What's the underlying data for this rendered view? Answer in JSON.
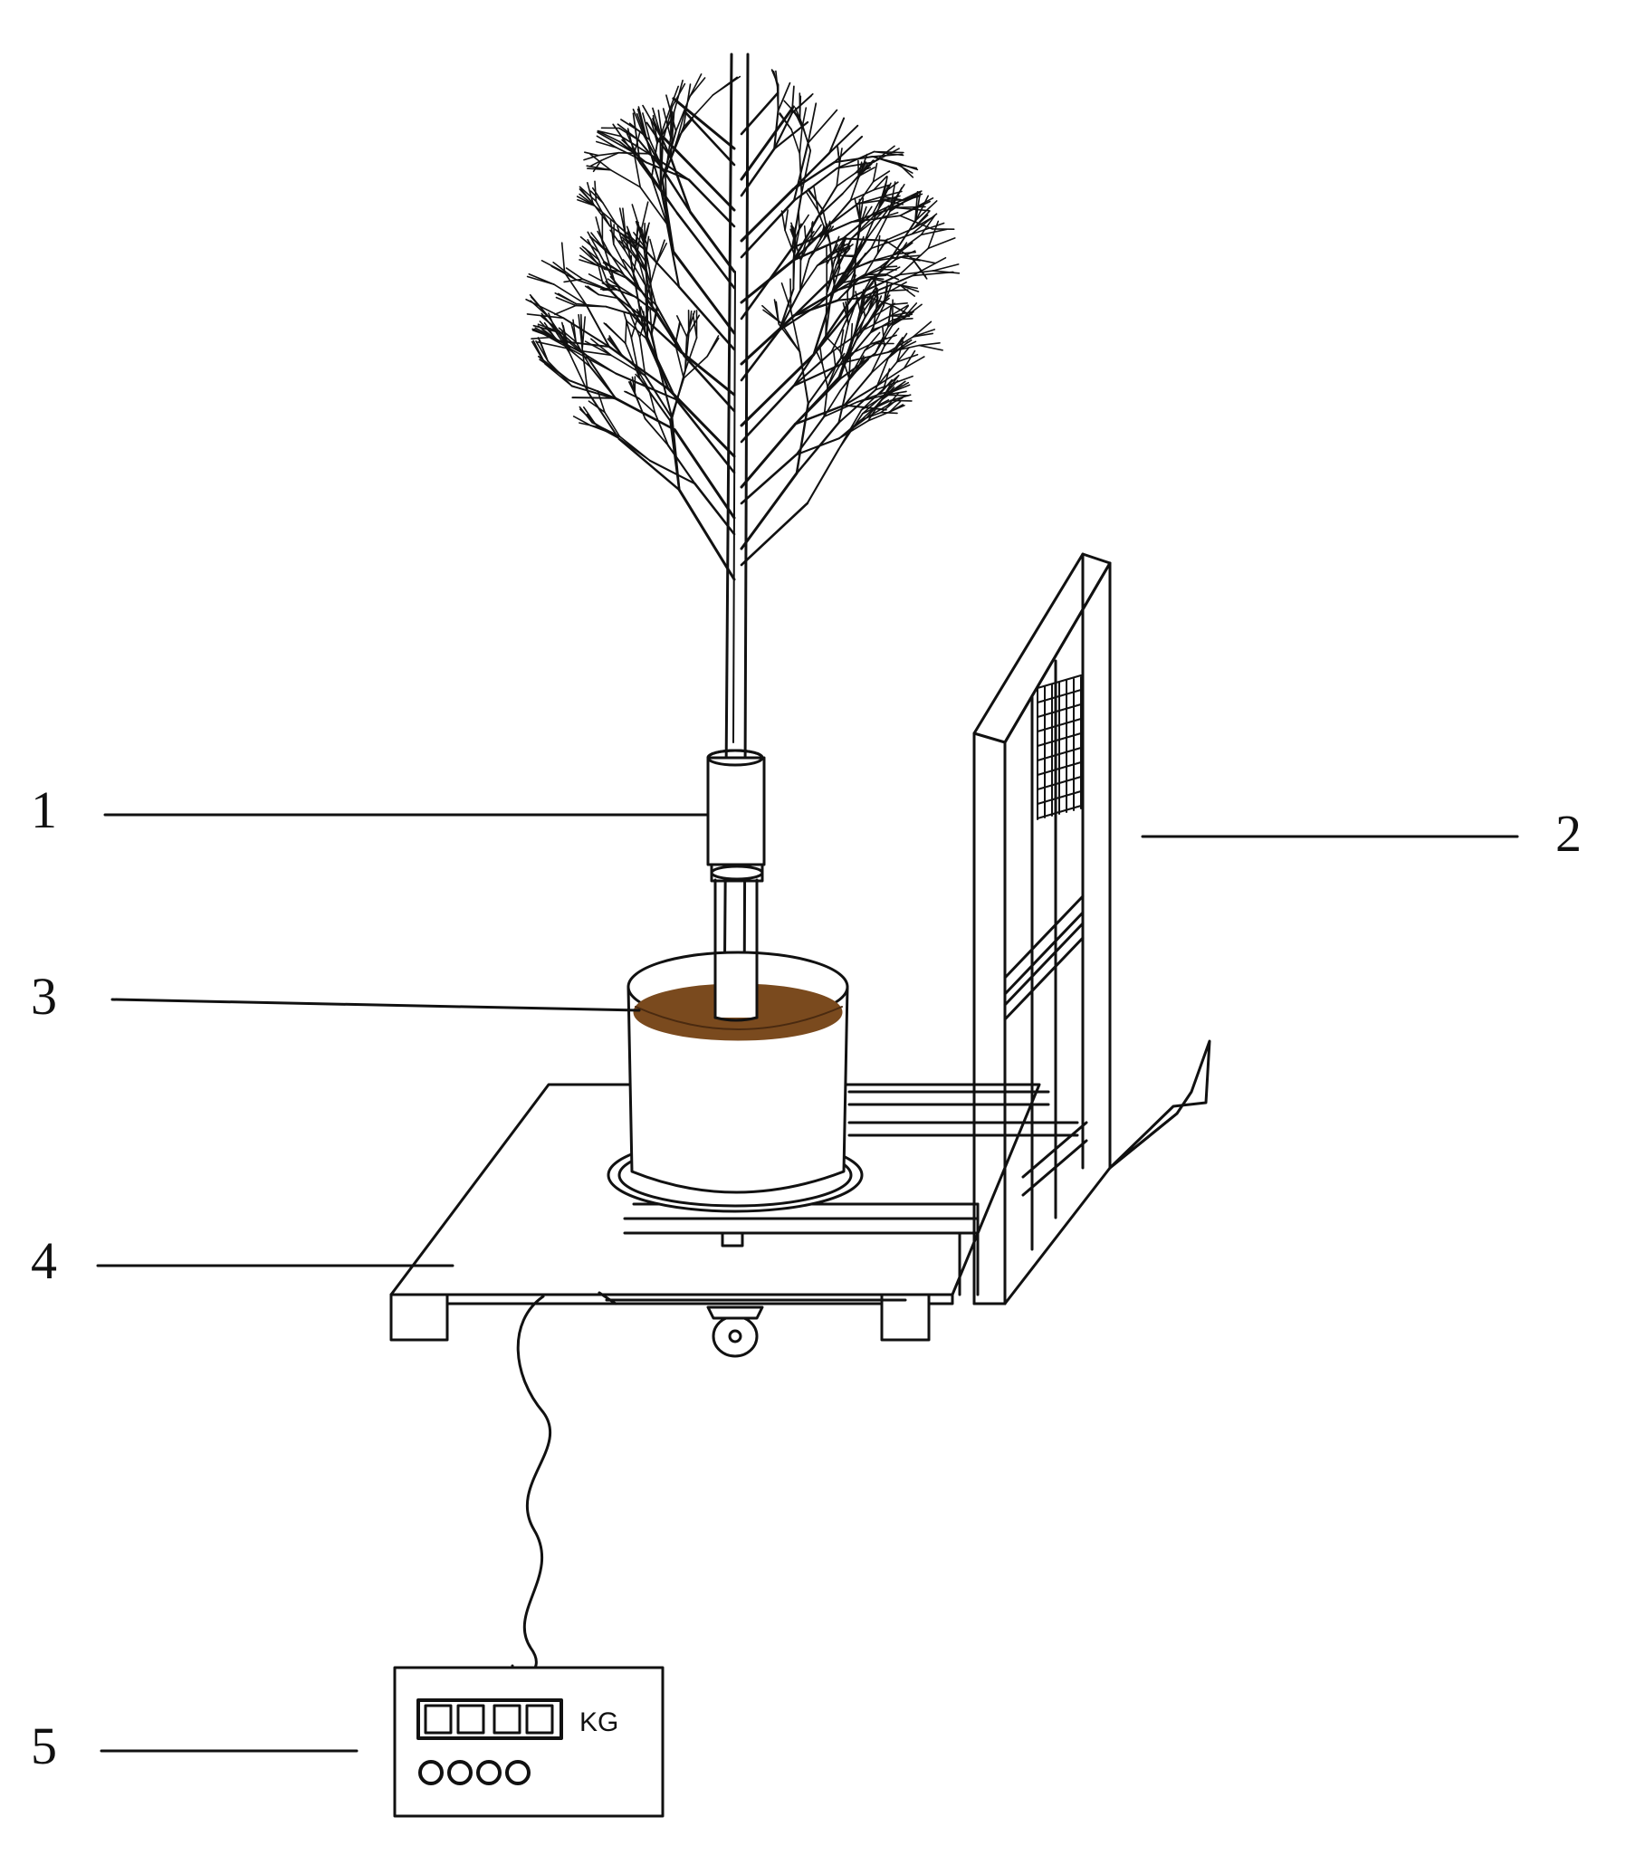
{
  "callouts": [
    {
      "id": "1",
      "label": "1"
    },
    {
      "id": "2",
      "label": "2"
    },
    {
      "id": "3",
      "label": "3"
    },
    {
      "id": "4",
      "label": "4"
    },
    {
      "id": "5",
      "label": "5"
    }
  ],
  "scale_display": {
    "unit": "KG",
    "buttons": 4
  },
  "colors": {
    "line": "#111111",
    "soil": "#7a4a1e",
    "background": "#ffffff"
  }
}
